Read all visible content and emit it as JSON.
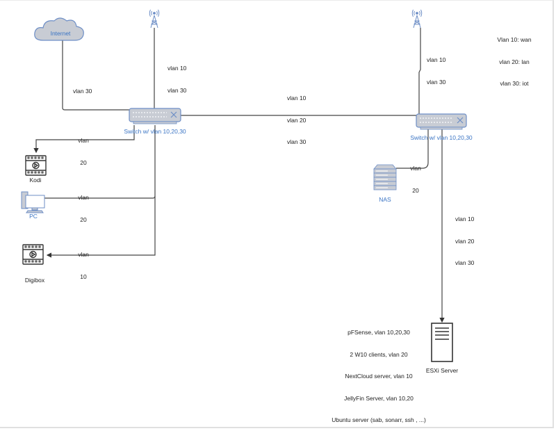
{
  "legend": [
    "Vlan 10: wan",
    "vlan 20: lan",
    "vlan 30: iot"
  ],
  "nodes": {
    "internet": "Internet",
    "switch_left": "Switch w/ vlan 10,20,30",
    "switch_right": "Switch w/ vlan 10,20,30",
    "kodi": "Kodi",
    "pc": "PC",
    "digibox": "Digibox",
    "nas": "NAS",
    "esxi": "ESXi Server"
  },
  "links": {
    "internet_switch": [
      "vlan 30"
    ],
    "ap_left_switch": [
      "vlan 10",
      "vlan 30"
    ],
    "switch_switch": [
      "vlan 10",
      "vlan 20",
      "vlan 30"
    ],
    "ap_right_switch": [
      "vlan 10",
      "vlan 30"
    ],
    "switch_kodi": [
      "vlan",
      "20"
    ],
    "switch_pc": [
      "vlan",
      "20"
    ],
    "switch_digibox": [
      "vlan",
      "10"
    ],
    "switch_nas": [
      "vlan",
      "20"
    ],
    "switch_esxi": [
      "vlan 10",
      "vlan 20",
      "vlan 30"
    ]
  },
  "esxi_services": [
    "pFSense, vlan 10,20,30",
    "2 W10 clients, vlan 20",
    "NextCloud server, vlan 10",
    "JellyFin Server, vlan 10,20",
    "Ubuntu server (sab, sonarr, ssh , ...)"
  ],
  "colors": {
    "icon_fill": "#c8ccd4",
    "icon_stroke": "#6d8ec6",
    "label_blue": "#3a74c4",
    "line": "#333333"
  }
}
